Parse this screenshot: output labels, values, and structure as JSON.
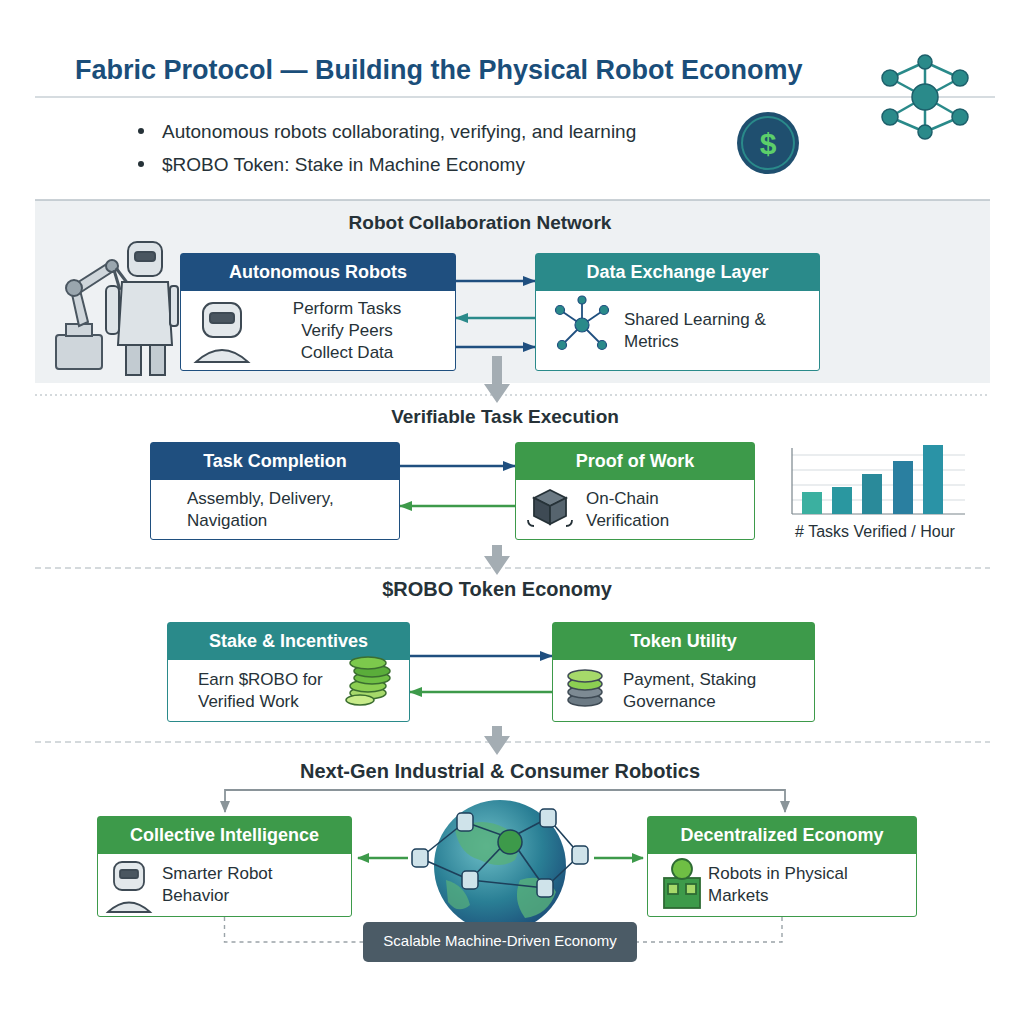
{
  "diagram": {
    "title": "Fabric Protocol — Building the Physical Robot Economy",
    "nodes": [
      {
        "text": [
          "Autonomous Robots",
          "Perform Tasks Verify Peers Collect Data"
        ]
      },
      {
        "text": [
          "Data Exchange Layer",
          "Shared Learning & Metrics"
        ]
      },
      {
        "text": [
          "Task Completion",
          "Assembly, Delivery, Navigation"
        ]
      },
      {
        "text": [
          "Proof of Work",
          "On-Chain Verification"
        ]
      },
      {
        "text": [
          "Stake & Incentives",
          "Earn $ROBO for Verified Work"
        ]
      },
      {
        "text": [
          "Token Utility",
          "Payment, Staking Governance"
        ]
      },
      {
        "text": [
          "Collective Intelligence",
          "Smarter Robot Behavior"
        ]
      },
      {
        "text": [
          "Decentralized Economy",
          "Robots in Physical Markets"
        ]
      },
      {
        "text": [
          "Scalable Machine-Driven Economy"
        ]
      }
    ],
    "edges": [
      {
        "from": 0,
        "to": 1,
        "arrow": "to"
      },
      {
        "from": 1,
        "to": 0,
        "arrow": "to"
      },
      {
        "from": 0,
        "to": 1,
        "arrow": "to"
      },
      {
        "from": 2,
        "to": 3,
        "arrow": "to"
      },
      {
        "from": 3,
        "to": 2,
        "arrow": "to"
      },
      {
        "from": 4,
        "to": 5,
        "arrow": "to"
      },
      {
        "from": 5,
        "to": 4,
        "arrow": "to"
      },
      {
        "from": 6,
        "to": 8,
        "arrow": "none"
      },
      {
        "from": 7,
        "to": 8,
        "arrow": "none"
      }
    ],
    "labels": [
      "Autonomous robots collaborating, verifying, and learning",
      "$ROBO Token: Stake in Machine Economy",
      "$",
      "Robot Collaboration Network",
      "Verifiable Task Execution",
      "# Tasks Verified / Hour",
      "$ROBO Token Economy",
      "Next-Gen Industrial & Consumer Robotics"
    ]
  }
}
